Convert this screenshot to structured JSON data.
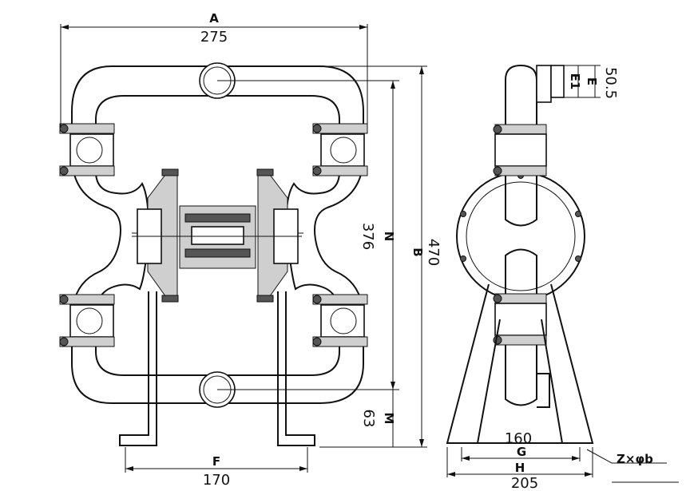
{
  "dimensions": {
    "A": "A",
    "A_value": "275",
    "N": "N",
    "N_value": "376",
    "B": "B",
    "B_value": "470",
    "M": "M",
    "M_value": "63",
    "F": "F",
    "F_value": "170",
    "E1": "E1",
    "E": "E",
    "E_value": "50.5",
    "G": "G",
    "G_value": "160",
    "H": "H",
    "H_value": "205",
    "Z_label": "Z×φb"
  }
}
